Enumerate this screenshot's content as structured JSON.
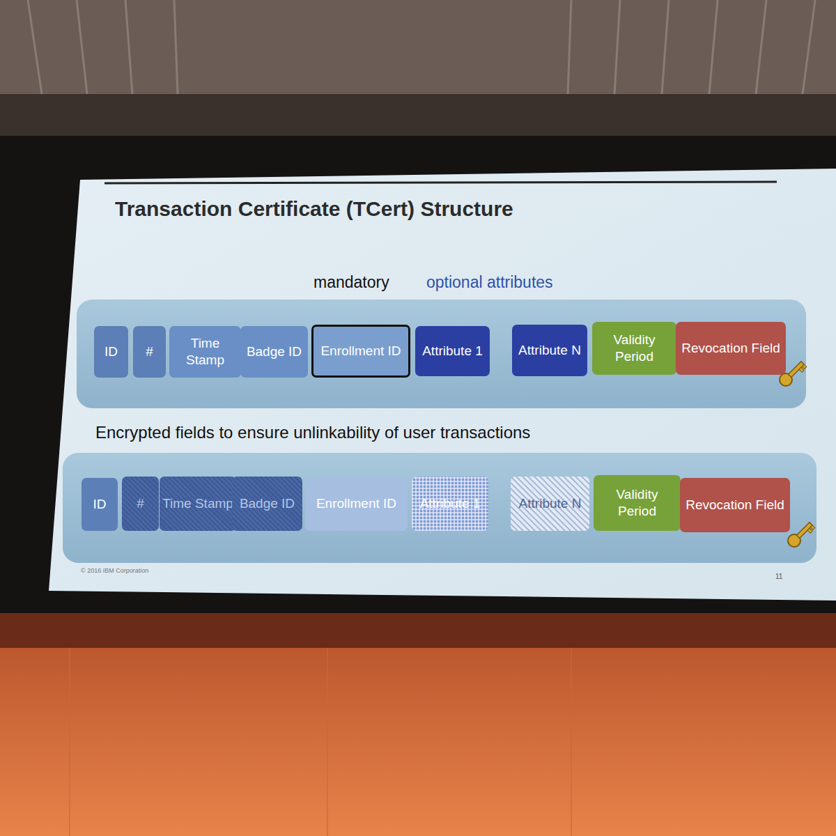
{
  "diagram": {
    "title": "Transaction Certificate (TCert) Structure",
    "nodes": [
      {
        "text": [
          "ID"
        ]
      },
      {
        "text": [
          "#"
        ]
      },
      {
        "text": [
          "Time Stamp"
        ]
      },
      {
        "text": [
          "Badge ID"
        ]
      },
      {
        "text": [
          "Enrollment ID"
        ]
      },
      {
        "text": [
          "Attribute 1"
        ]
      },
      {
        "text": [
          "Attribute N"
        ]
      },
      {
        "text": [
          "Validity Period"
        ]
      },
      {
        "text": [
          "Revocation Field"
        ]
      },
      {
        "text": [
          "ID"
        ]
      },
      {
        "text": [
          "#"
        ]
      },
      {
        "text": [
          "Time Stamp"
        ]
      },
      {
        "text": [
          "Badge ID"
        ]
      },
      {
        "text": [
          "Enrollment ID"
        ]
      },
      {
        "text": [
          "Attribute 1"
        ]
      },
      {
        "text": [
          "Attribute N"
        ]
      },
      {
        "text": [
          "Validity Period"
        ]
      },
      {
        "text": [
          "Revocation Field"
        ]
      }
    ],
    "labels": [
      "mandatory",
      "optional attributes",
      "Encrypted fields to ensure unlinkability of user transactions",
      "© 2016 IBM Corporation",
      "11"
    ]
  }
}
